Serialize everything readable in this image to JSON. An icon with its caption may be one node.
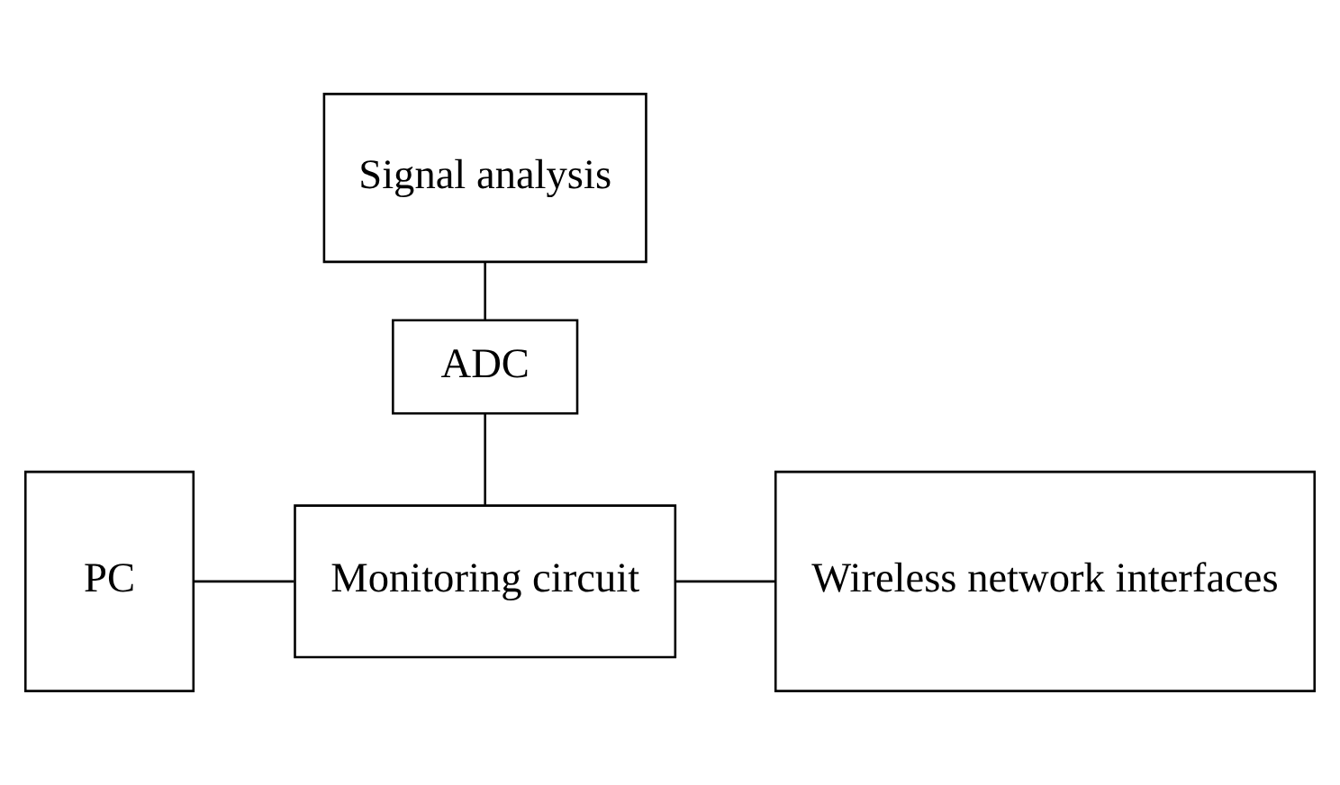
{
  "diagram": {
    "nodes": [
      {
        "text": [
          "Signal analysis"
        ]
      },
      {
        "text": [
          "ADC"
        ]
      },
      {
        "text": [
          "PC"
        ]
      },
      {
        "text": [
          "Monitoring circuit"
        ]
      },
      {
        "text": [
          "Wireless network interfaces"
        ]
      }
    ],
    "edges": [
      {
        "from": 0,
        "to": 1,
        "arrow": "none"
      },
      {
        "from": 1,
        "to": 3,
        "arrow": "none"
      },
      {
        "from": 2,
        "to": 3,
        "arrow": "none"
      },
      {
        "from": 3,
        "to": 4,
        "arrow": "none"
      }
    ]
  }
}
